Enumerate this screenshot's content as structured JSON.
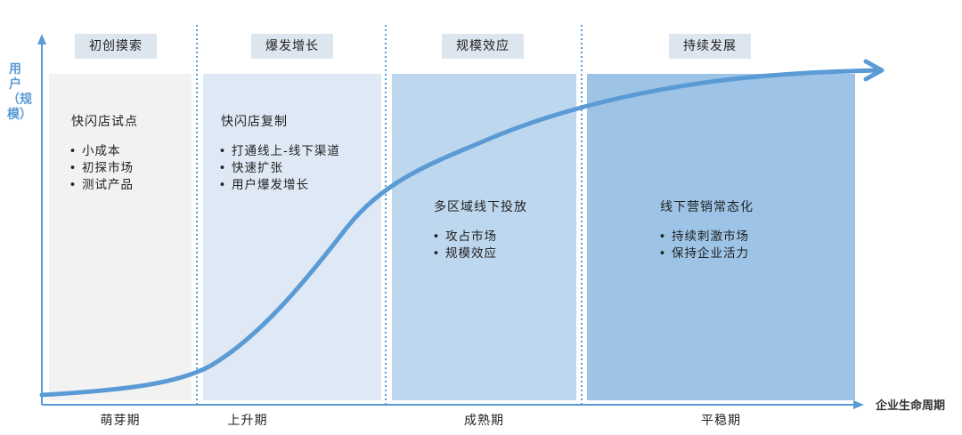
{
  "axes": {
    "y_label": "用户（规模）",
    "x_label": "企业生命周期"
  },
  "stages": [
    {
      "tag": "初创摸索",
      "phase": "萌芽期",
      "title": "快闪店试点",
      "bullets": [
        "小成本",
        "初探市场",
        "测试产品"
      ]
    },
    {
      "tag": "爆发增长",
      "phase": "上升期",
      "title": "快闪店复制",
      "bullets": [
        "打通线上-线下渠道",
        "快速扩张",
        "用户爆发增长"
      ]
    },
    {
      "tag": "规模效应",
      "phase": "成熟期",
      "title": "多区域线下投放",
      "bullets": [
        "攻占市场",
        "规模效应"
      ]
    },
    {
      "tag": "持续发展",
      "phase": "平稳期",
      "title": "线下营销常态化",
      "bullets": [
        "持续刺激市场",
        "保持企业活力"
      ]
    }
  ],
  "colors": {
    "axis": "#5b9bd5",
    "curve": "#5b9bd5",
    "divider": "#5b9bd5",
    "tag_bg": "#dde5ef",
    "panel_fills": [
      "#f2f2f2",
      "#dee9f5",
      "#bdd7ee",
      "#9dc3e6"
    ]
  }
}
